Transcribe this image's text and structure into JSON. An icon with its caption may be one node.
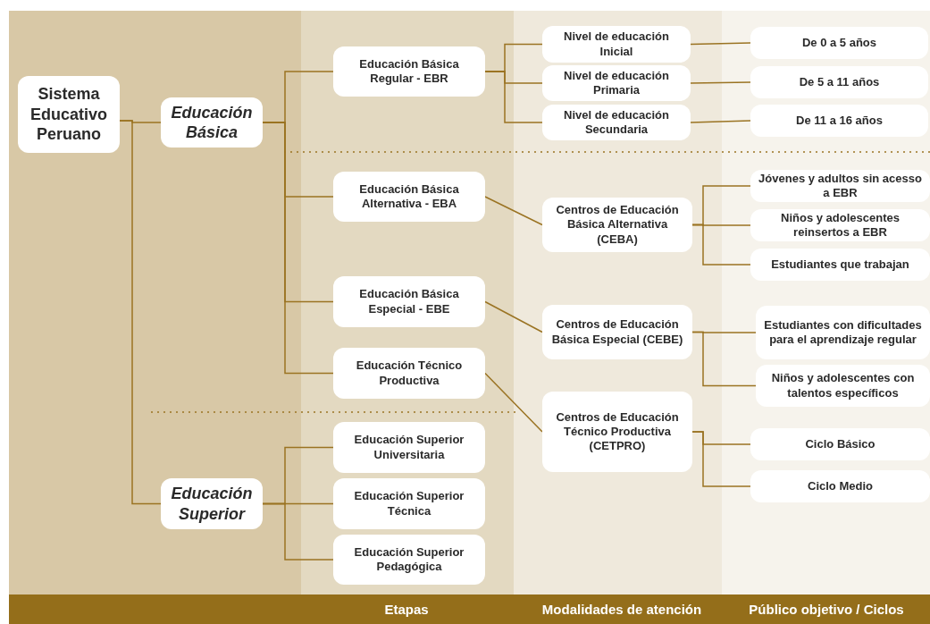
{
  "diagram": {
    "nodes": [
      {
        "text": [
          "Sistema Educativo Peruano"
        ]
      },
      {
        "text": [
          "Educación Básica"
        ]
      },
      {
        "text": [
          "Educación Básica Regular  - EBR"
        ]
      },
      {
        "text": [
          "Nivel de educación Inicial"
        ]
      },
      {
        "text": [
          "Nivel de educación Primaria"
        ]
      },
      {
        "text": [
          "Nivel de educación Secundaria"
        ]
      },
      {
        "text": [
          "De 0 a 5 años"
        ]
      },
      {
        "text": [
          "De 5 a 11 años"
        ]
      },
      {
        "text": [
          "De 11 a 16 años"
        ]
      },
      {
        "text": [
          "Educación Básica Alternativa  - EBA"
        ]
      },
      {
        "text": [
          "Centros de Educación Básica Alternativa (CEBA)"
        ]
      },
      {
        "text": [
          "Jóvenes y adultos sin acesso a EBR"
        ]
      },
      {
        "text": [
          "Niños y adolescentes reinsertos a EBR"
        ]
      },
      {
        "text": [
          "Estudiantes que trabajan"
        ]
      },
      {
        "text": [
          "Educación Básica Especial  - EBE"
        ]
      },
      {
        "text": [
          "Centros de Educación Básica Especial (CEBE)"
        ]
      },
      {
        "text": [
          "Estudiantes con dificultades para el aprendizaje regular"
        ]
      },
      {
        "text": [
          "Niños y adolescentes con talentos específicos"
        ]
      },
      {
        "text": [
          "Educación Técnico Productiva"
        ]
      },
      {
        "text": [
          "Centros de Educación Técnico Productiva (CETPRO)"
        ]
      },
      {
        "text": [
          "Educación Superior"
        ]
      },
      {
        "text": [
          "Educación Superior Universitaria"
        ]
      },
      {
        "text": [
          "Educación Superior Técnica"
        ]
      },
      {
        "text": [
          "Educación Superior Pedagógica"
        ]
      },
      {
        "text": [
          "Ciclo Básico"
        ]
      },
      {
        "text": [
          "Ciclo Medio"
        ]
      }
    ],
    "edges": [
      {
        "from": 0,
        "to": 1,
        "arrow": "none"
      },
      {
        "from": 0,
        "to": 20,
        "arrow": "none"
      },
      {
        "from": 1,
        "to": 2,
        "arrow": "none"
      },
      {
        "from": 1,
        "to": 9,
        "arrow": "none"
      },
      {
        "from": 1,
        "to": 14,
        "arrow": "none"
      },
      {
        "from": 1,
        "to": 18,
        "arrow": "none"
      },
      {
        "from": 2,
        "to": 3,
        "arrow": "none"
      },
      {
        "from": 2,
        "to": 4,
        "arrow": "none"
      },
      {
        "from": 2,
        "to": 5,
        "arrow": "none"
      },
      {
        "from": 3,
        "to": 6,
        "arrow": "none"
      },
      {
        "from": 4,
        "to": 7,
        "arrow": "none"
      },
      {
        "from": 5,
        "to": 8,
        "arrow": "none"
      },
      {
        "from": 9,
        "to": 10,
        "arrow": "none"
      },
      {
        "from": 10,
        "to": 11,
        "arrow": "none"
      },
      {
        "from": 10,
        "to": 12,
        "arrow": "none"
      },
      {
        "from": 10,
        "to": 13,
        "arrow": "none"
      },
      {
        "from": 14,
        "to": 15,
        "arrow": "none"
      },
      {
        "from": 15,
        "to": 16,
        "arrow": "none"
      },
      {
        "from": 15,
        "to": 17,
        "arrow": "none"
      },
      {
        "from": 18,
        "to": 19,
        "arrow": "none"
      },
      {
        "from": 19,
        "to": 24,
        "arrow": "none"
      },
      {
        "from": 19,
        "to": 25,
        "arrow": "none"
      },
      {
        "from": 20,
        "to": 21,
        "arrow": "none"
      },
      {
        "from": 20,
        "to": 22,
        "arrow": "none"
      },
      {
        "from": 20,
        "to": 23,
        "arrow": "none"
      }
    ],
    "labels": [
      "Etapas",
      "Modalidades de atención",
      "Público objetivo / Ciclos"
    ]
  }
}
